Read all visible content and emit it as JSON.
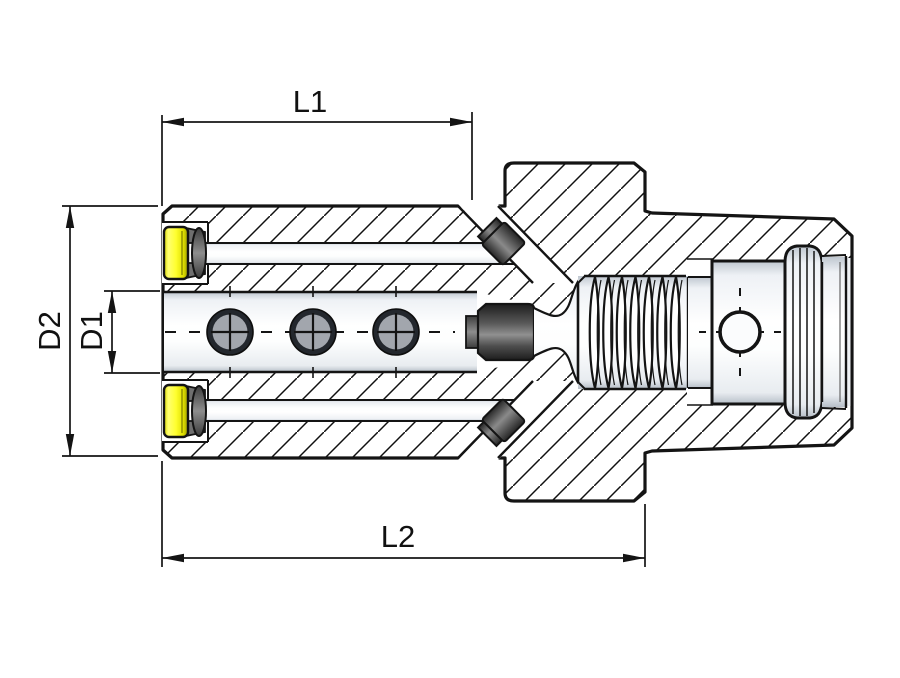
{
  "dimensions": {
    "l1": {
      "label": "L1"
    },
    "l2": {
      "label": "L2"
    },
    "d1": {
      "label": "D1"
    },
    "d2": {
      "label": "D2"
    }
  },
  "colors": {
    "line": "#141414",
    "screw_yellow_mid": "#ffff2e",
    "pin_gray": "#555555",
    "bore_hole_ring": "#23272d",
    "bore_hole_disc": "#a2a6ad",
    "collar_dark": "#2a2a2a"
  }
}
